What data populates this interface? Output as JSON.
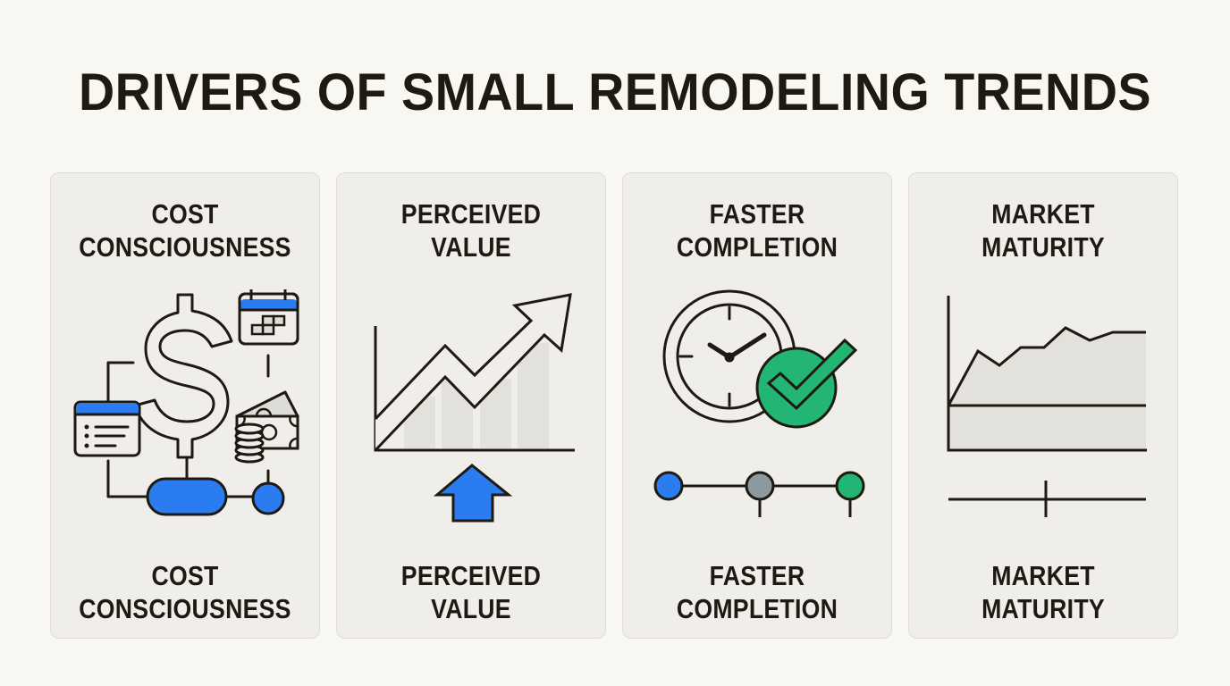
{
  "title": "DRIVERS OF SMALL REMODELING TRENDS",
  "colors": {
    "background": "#f8f7f2",
    "card": "#efeeea",
    "ink": "#1e1a12",
    "blue": "#2b7cf0",
    "green": "#22b573",
    "gray": "#8a9a9e",
    "fill_light": "#e2e1dc"
  },
  "cards": [
    {
      "id": "cost-consciousness",
      "top_label_1": "COST",
      "top_label_2": "CONSCIOUSNESS",
      "bottom_label_1": "COST",
      "bottom_label_2": "CONSCIOUSNESS",
      "icons": [
        "dollar-sign-icon",
        "calendar-icon",
        "document-list-icon",
        "cash-coins-icon",
        "flow-node-pill",
        "flow-node-circle"
      ]
    },
    {
      "id": "perceived-value",
      "top_label_1": "PERCEIVED",
      "top_label_2": "VALUE",
      "bottom_label_1": "PERCEIVED",
      "bottom_label_2": "VALUE",
      "icons": [
        "trend-up-chart-icon",
        "up-arrow-icon"
      ]
    },
    {
      "id": "faster-completion",
      "top_label_1": "FASTER",
      "top_label_2": "COMPLETION",
      "bottom_label_1": "FASTER",
      "bottom_label_2": "COMPLETION",
      "icons": [
        "clock-icon",
        "check-circle-icon",
        "timeline-icon"
      ]
    },
    {
      "id": "market-maturity",
      "top_label_1": "MARKET",
      "top_label_2": "MATURITY",
      "bottom_label_1": "MARKET",
      "bottom_label_2": "MATURITY",
      "icons": [
        "area-chart-icon",
        "scale-line-icon"
      ]
    }
  ]
}
